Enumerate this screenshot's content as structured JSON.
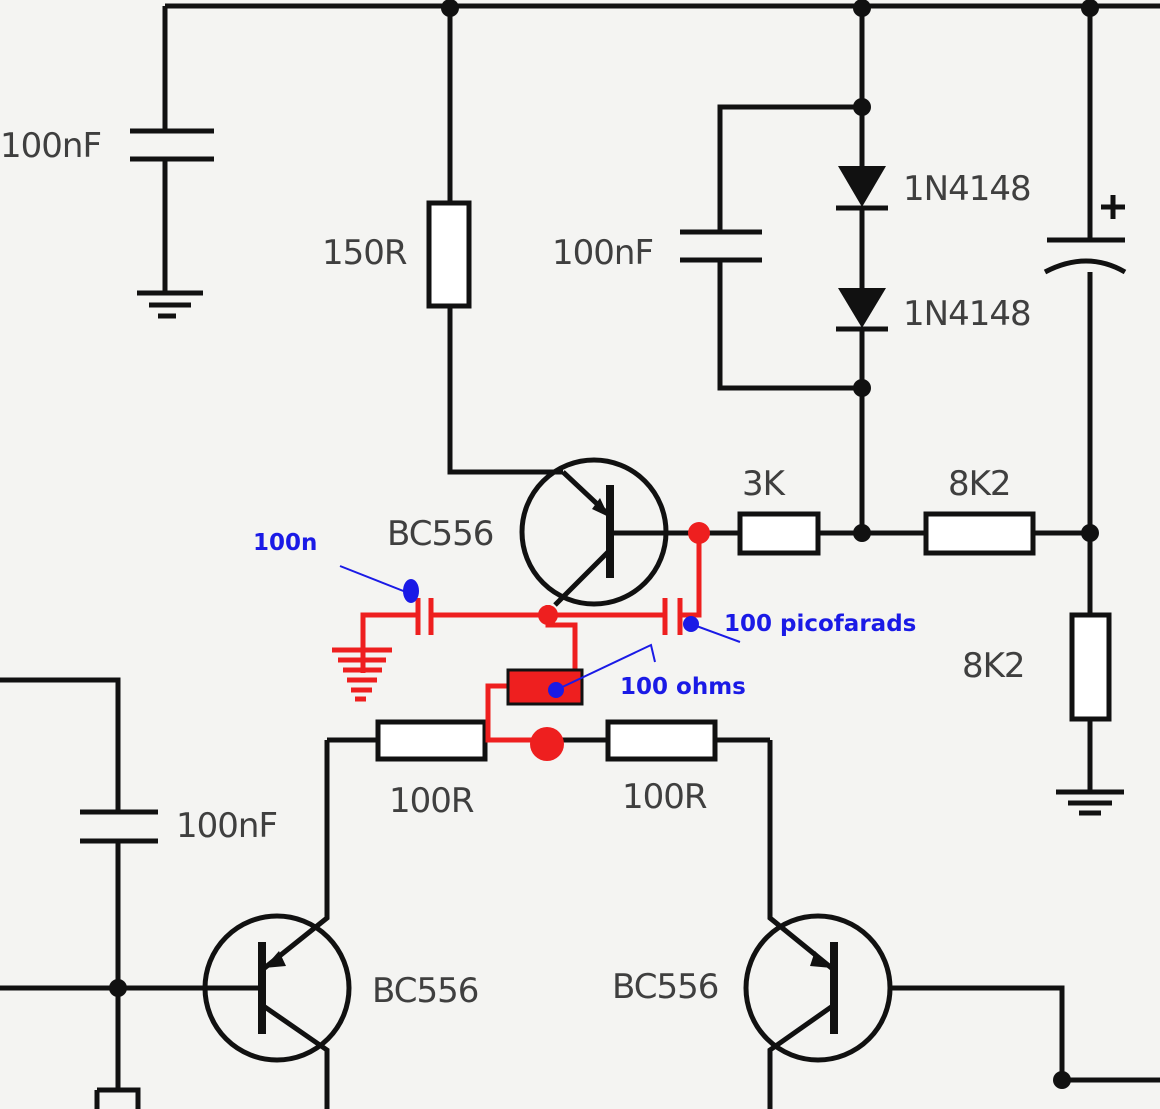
{
  "colors": {
    "wire": "#111111",
    "label": "#3f3f3f",
    "modification": "#ee1f1f",
    "annotation": "#1a1ae6",
    "background": "#f4f4f2"
  },
  "components": {
    "c_top_left": "100nF",
    "r_150": "150R",
    "c_diode_bypass": "100nF",
    "d_upper": "1N4148",
    "d_lower": "1N4148",
    "q_top": "BC556",
    "r_3k": "3K",
    "r_8k2_h": "8K2",
    "r_8k2_v": "8K2",
    "r_100_left": "100R",
    "r_100_right": "100R",
    "c_lower_left": "100nF",
    "q_bottom_left": "BC556",
    "q_bottom_right": "BC556",
    "electrolytic_polarity": "+"
  },
  "annotations": {
    "cap_100n": "100n",
    "cap_100p": "100 picofarads",
    "res_100": "100 ohms"
  }
}
